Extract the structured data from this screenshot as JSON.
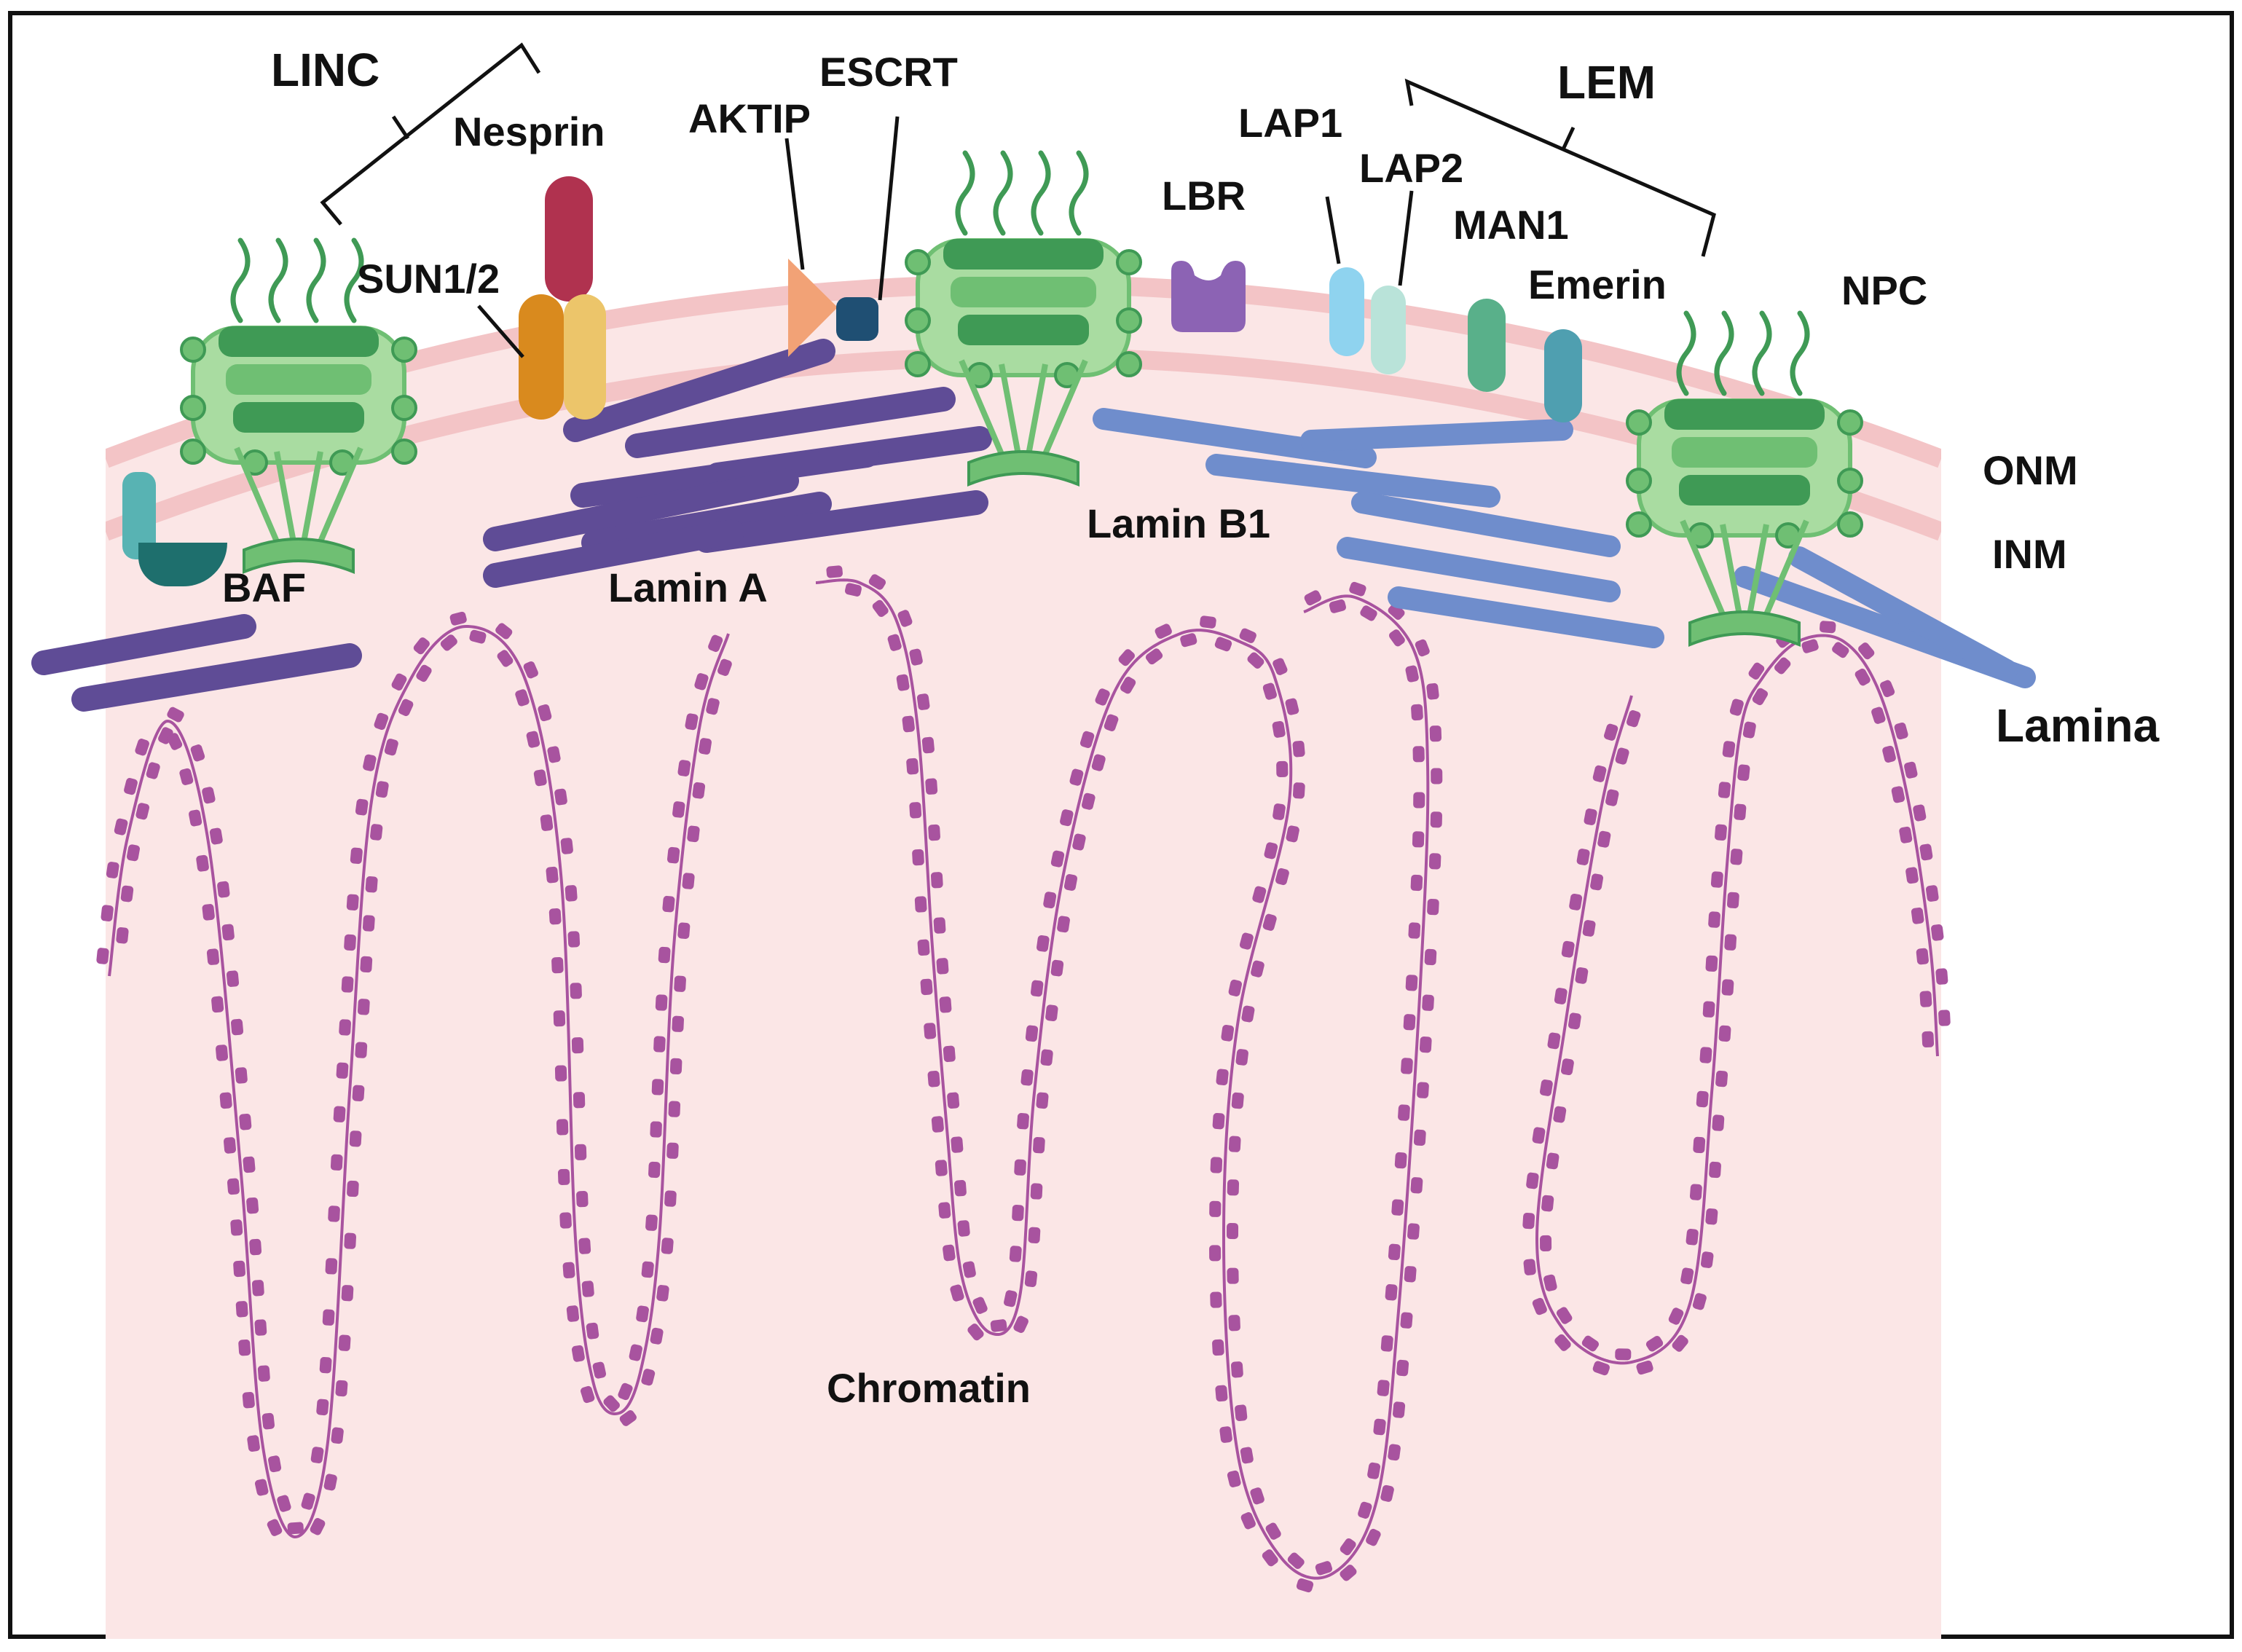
{
  "diagram": {
    "labels": {
      "linc": "LINC",
      "nesprin": "Nesprin",
      "aktip": "AKTIP",
      "escrt": "ESCRT",
      "lbr": "LBR",
      "lap1": "LAP1",
      "lap2": "LAP2",
      "lem": "LEM",
      "man1": "MAN1",
      "emerin": "Emerin",
      "npc": "NPC",
      "sun12": "SUN1/2",
      "onm": "ONM",
      "inm": "INM",
      "lamin_b1": "Lamin B1",
      "baf": "BAF",
      "lamin_a": "Lamin A",
      "lamina": "Lamina",
      "chromatin": "Chromatin"
    },
    "colors": {
      "nucleoplasm": "#fbe6e6",
      "membrane": "#f3c4c6",
      "npc_dark": "#3f9a55",
      "npc_mid": "#6fbf73",
      "npc_light": "#a9dca1",
      "lamin_a": "#5f4c96",
      "lamin_b1": "#6f8dcc",
      "chromatin": "#a8539f",
      "nesprin": "#b0324f",
      "sun_left": "#d98a1e",
      "sun_right": "#ecc56a",
      "aktip": "#f2a276",
      "escrt": "#1f4f73",
      "lbr": "#8c63b4",
      "lap1": "#8fd3ef",
      "lap2": "#b9e3d9",
      "man1": "#59b08a",
      "emerin": "#4f9fb0",
      "baf": "#1e6f6d",
      "baf_stem": "#58b3b3"
    }
  }
}
